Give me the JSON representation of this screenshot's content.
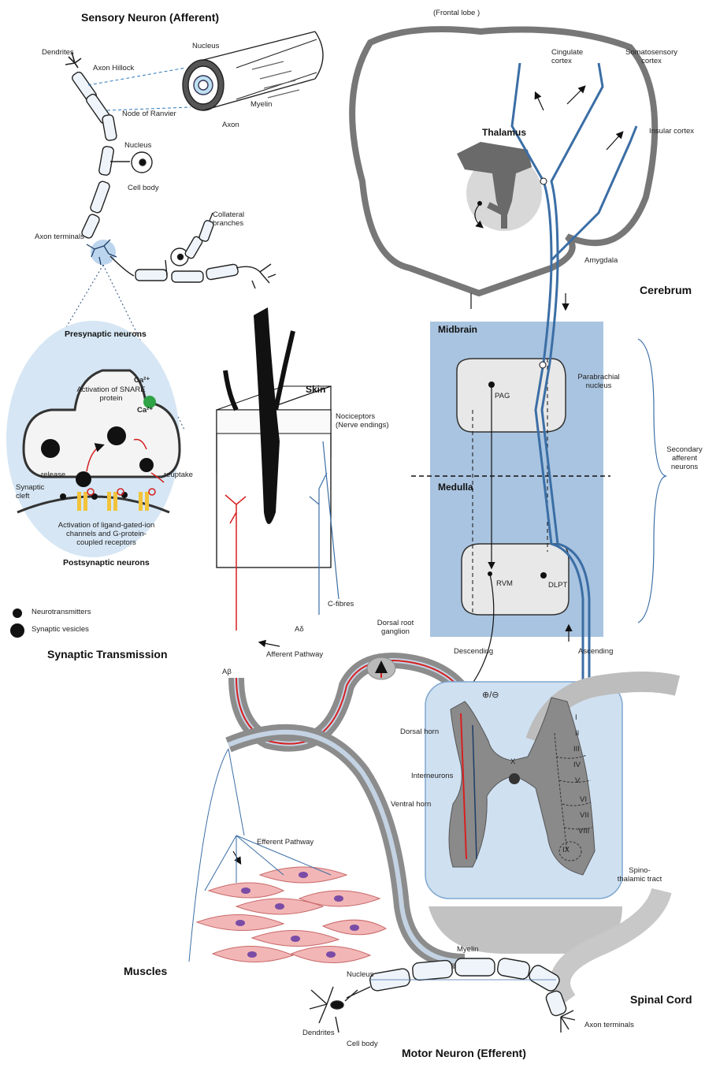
{
  "titles": {
    "sensory_neuron": "Sensory Neuron (Afferent)",
    "synaptic_transmission": "Synaptic Transmission",
    "motor_neuron": "Motor Neuron (Efferent)",
    "cerebrum": "Cerebrum",
    "spinal_cord": "Spinal Cord",
    "muscles": "Muscles",
    "skin": "Skin"
  },
  "sensory": {
    "dendrites": "Dendrites",
    "axon_hillock": "Axon Hillock",
    "nucleus_top": "Nucleus",
    "myelin": "Myelin",
    "node_of_ranvier": "Node of Ranvier",
    "axon": "Axon",
    "nucleus": "Nucleus",
    "cell_body": "Cell body",
    "collateral": "Collateral branches",
    "axon_terminals": "Axon terminals"
  },
  "synapse": {
    "presynaptic": "Presynaptic neurons",
    "ca_in": "Ca²⁺",
    "ca_out": "Ca²⁺",
    "snare": "Activation of SNARE protein",
    "release": "release",
    "reuptake": "reuptake",
    "cleft": "Synaptic cleft",
    "activation": "Activation of ligand-gated-ion channels and G-protein-coupled receptors",
    "postsynaptic": "Postsynaptic neurons",
    "legend_neurotransmitters": "Neurotransmitters",
    "legend_vesicles": "Synaptic vesicles"
  },
  "brain": {
    "frontal_lobe": "(Frontal lobe )",
    "thalamus": "Thalamus",
    "cingulate": "Cingulate cortex",
    "somatosensory": "Somatosensory cortex",
    "insular": "Insular cortex",
    "amygdala": "Amygdala"
  },
  "brainstem": {
    "midbrain": "Midbrain",
    "medulla": "Medulla",
    "pag": "PAG",
    "rvm": "RVM",
    "dlpt": "DLPT",
    "parabrachial": "Parabrachial nucleus",
    "secondary": "Secondary afferent neurons",
    "descending": "Descending",
    "ascending": "Ascending"
  },
  "skin_labels": {
    "nociceptors": "Nociceptors (Nerve endings)",
    "c_fibres": "C-fibres",
    "a_delta": "Aδ",
    "a_beta": "Aβ",
    "afferent_pathway": "Afferent Pathway",
    "dorsal_root_ganglion": "Dorsal root ganglion"
  },
  "cord": {
    "dorsal_horn": "Dorsal horn",
    "interneurons": "Interneurons",
    "ventral_horn": "Ventral horn",
    "spinothalamic": "Spino-thalamic tract",
    "central": "X",
    "plus_minus": "⊕/⊖",
    "laminae": [
      "I",
      "II",
      "III",
      "IV",
      "V",
      "VI",
      "VII",
      "VIII",
      "IX"
    ]
  },
  "efferent_pathway": "Efferent Pathway",
  "motor": {
    "nucleus": "Nucleus",
    "myelin": "Myelin",
    "dendrites": "Dendrites",
    "cell_body": "Cell body",
    "axon_terminals": "Axon terminals"
  },
  "colors": {
    "blue_tract": "#3b6ea5",
    "red_fibre": "#d62020",
    "brainstem_bg": "#a9c4e0",
    "cord_bg": "#cfe0f1",
    "grey_matter": "#8a8a8a",
    "muscle": "#f2b6b6"
  }
}
